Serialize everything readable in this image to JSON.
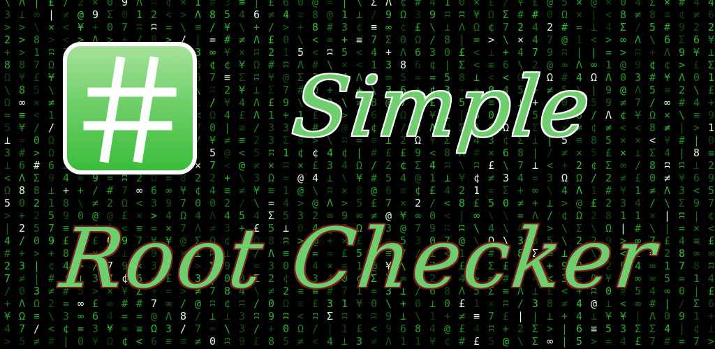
{
  "banner": {
    "title_line1": "Simple",
    "title_line2": "Root Checker",
    "icon_name": "hash-icon",
    "background": "matrix-rain"
  },
  "colors": {
    "background": "#000000",
    "matrix_green": "#2fd12f",
    "title_fill": "#6fcf6f",
    "title_line1_outline": "#ffffff",
    "title_line2_outline": "#7a1f1f",
    "icon_top": "#a6e29b",
    "icon_bottom": "#3bbd3b",
    "icon_border": "#ffffff"
  }
}
